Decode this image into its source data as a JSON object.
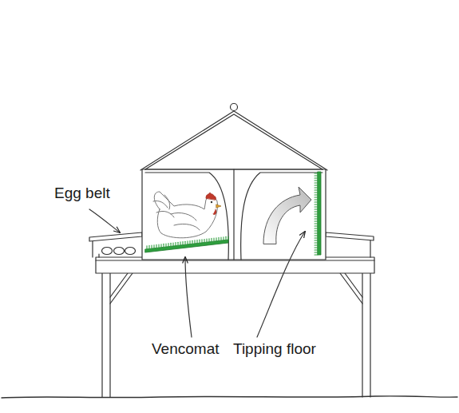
{
  "diagram": {
    "labels": [
      "Egg belt",
      "Vencomat",
      "Tipping floor"
    ]
  }
}
